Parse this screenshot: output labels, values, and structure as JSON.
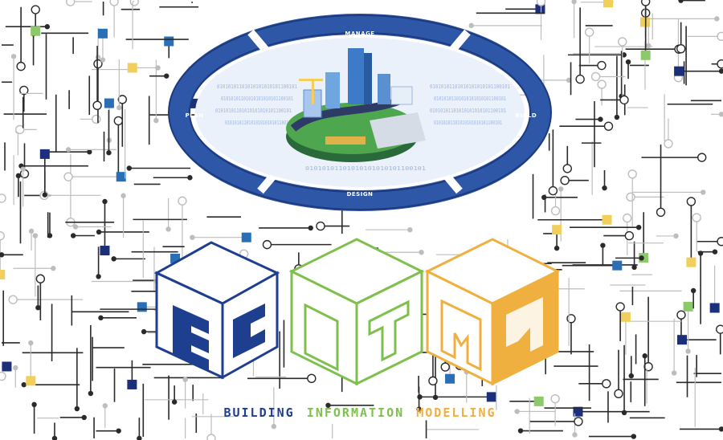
{
  "ring": {
    "labels": {
      "top": "MANAGE",
      "left": "PLAN",
      "right": "BUILD",
      "bottom": "DESIGN"
    },
    "binary_text": "01010101101010101010101100101"
  },
  "title": {
    "letters": [
      "B",
      "I",
      "M"
    ],
    "colors": {
      "b": "#1e3f8f",
      "i": "#7fbf4d",
      "m": "#f0b040"
    }
  },
  "subtitle": {
    "words": [
      {
        "text": "BUILDING",
        "color": "#1e3f8f"
      },
      {
        "text": "INFORMATION",
        "color": "#7fbf4d"
      },
      {
        "text": "MODELLING",
        "color": "#f0b040"
      }
    ]
  },
  "palette": {
    "circuit": "#2a2a2a",
    "circuit_light": "#bdbdbd",
    "ring_blue": "#2f57a8",
    "ring_dark": "#1d3a7d",
    "square_blue": "#2a6fb5",
    "square_navy": "#1c2f7a",
    "square_green": "#8cc96b",
    "square_yellow": "#f2cf5a"
  }
}
